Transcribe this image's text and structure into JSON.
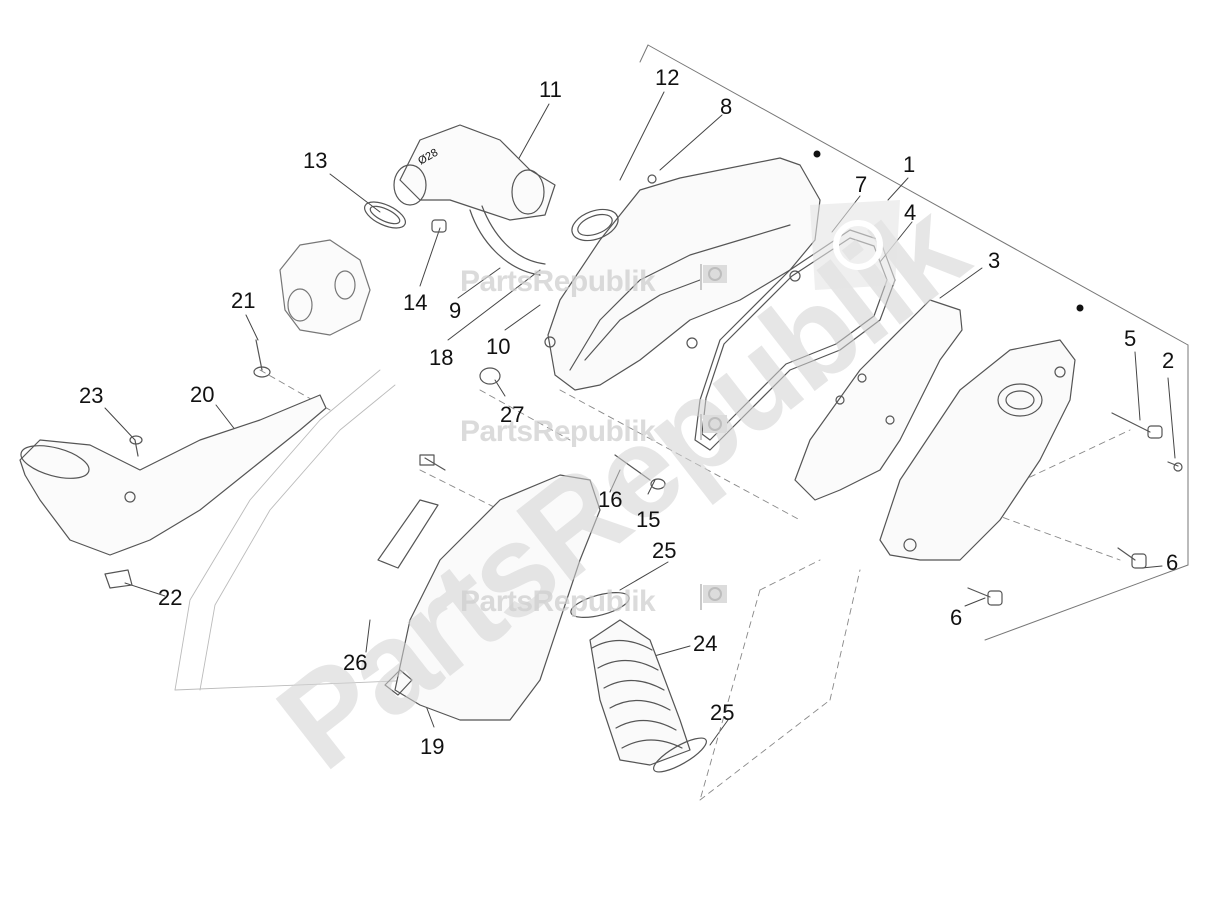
{
  "diagram": {
    "watermarks": {
      "small": [
        "PartsRepublik",
        "PartsRepublik",
        "PartsRepublik"
      ],
      "big": "PartsRepublik"
    },
    "callouts": [
      {
        "id": "c1",
        "text": "1"
      },
      {
        "id": "c2",
        "text": "2"
      },
      {
        "id": "c3",
        "text": "3"
      },
      {
        "id": "c4",
        "text": "4"
      },
      {
        "id": "c5",
        "text": "5"
      },
      {
        "id": "c6a",
        "text": "6"
      },
      {
        "id": "c6b",
        "text": "6"
      },
      {
        "id": "c7",
        "text": "7"
      },
      {
        "id": "c8",
        "text": "8"
      },
      {
        "id": "c9",
        "text": "9"
      },
      {
        "id": "c10",
        "text": "10"
      },
      {
        "id": "c11",
        "text": "11"
      },
      {
        "id": "c12",
        "text": "12"
      },
      {
        "id": "c13",
        "text": "13"
      },
      {
        "id": "c14",
        "text": "14"
      },
      {
        "id": "c15",
        "text": "15"
      },
      {
        "id": "c16",
        "text": "16"
      },
      {
        "id": "c18",
        "text": "18"
      },
      {
        "id": "c19",
        "text": "19"
      },
      {
        "id": "c20",
        "text": "20"
      },
      {
        "id": "c21",
        "text": "21"
      },
      {
        "id": "c22",
        "text": "22"
      },
      {
        "id": "c23",
        "text": "23"
      },
      {
        "id": "c24",
        "text": "24"
      },
      {
        "id": "c25a",
        "text": "25"
      },
      {
        "id": "c25b",
        "text": "25"
      },
      {
        "id": "c26",
        "text": "26"
      },
      {
        "id": "c27",
        "text": "27"
      }
    ],
    "part_labels": {
      "intake_diameter": "Ø28"
    }
  }
}
